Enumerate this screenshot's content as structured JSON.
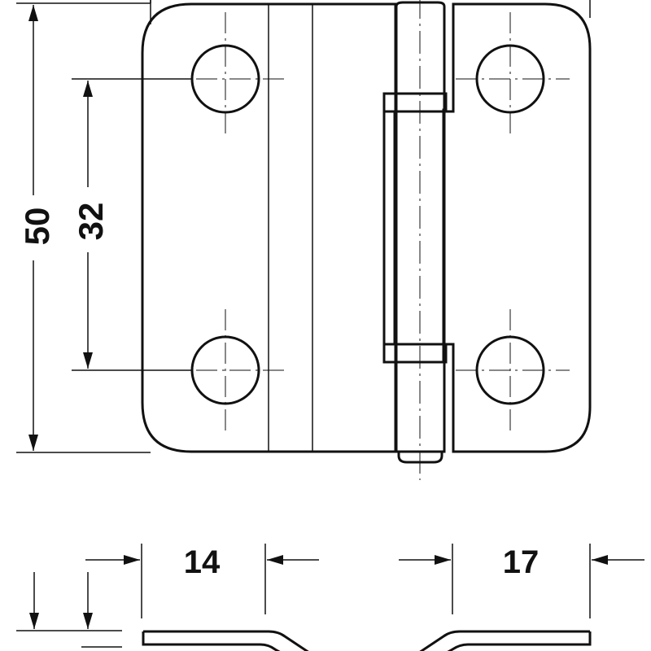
{
  "drawing": {
    "subject": "hinge",
    "dimensions": {
      "total_height": "50",
      "hole_spacing": "32",
      "left_leaf_width": "14",
      "right_leaf_width": "17"
    },
    "colors": {
      "line": "#111111",
      "background": "#ffffff"
    }
  }
}
